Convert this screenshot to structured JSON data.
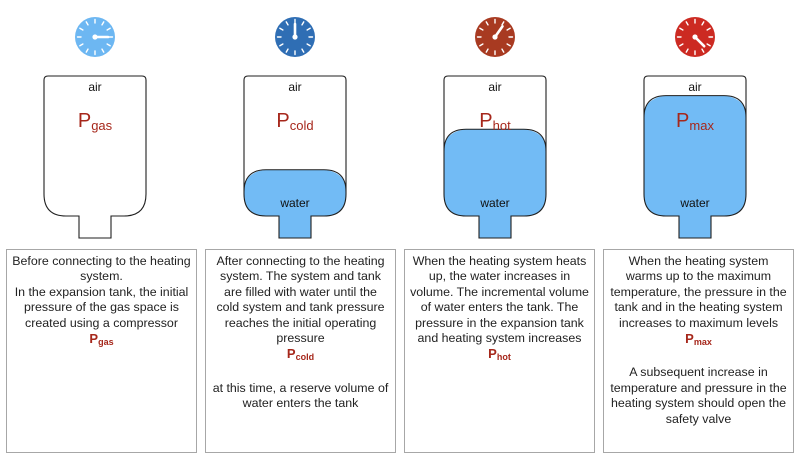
{
  "colors": {
    "accent_red": "#a6271b",
    "water_blue": "#72bbf5",
    "gauge_light_blue": "#6db7f2",
    "gauge_dark_blue": "#2f6eb4",
    "gauge_brown": "#a83a21",
    "gauge_red": "#cc2a22"
  },
  "stages": [
    {
      "gauge": {
        "icon": "pressure-gauge-icon",
        "color": "#6db7f2",
        "needle_angle_deg": 90
      },
      "air_label": "air",
      "water_label": "",
      "water_level": 0,
      "pressure": {
        "main": "P",
        "sub": "gas"
      },
      "description": {
        "paragraphs": [
          "Before connecting to the heating system.",
          "In the expansion tank, the initial pressure of the gas space is created using a compressor"
        ],
        "pressure_main": "P",
        "pressure_sub": "gas",
        "extra": []
      }
    },
    {
      "gauge": {
        "icon": "pressure-gauge-icon",
        "color": "#2f6eb4",
        "needle_angle_deg": 0
      },
      "air_label": "air",
      "water_label": "water",
      "water_level": 0.33,
      "pressure": {
        "main": "P",
        "sub": "cold"
      },
      "description": {
        "paragraphs": [
          "After connecting to the heating system. The system and tank are filled with water until the cold system and tank pressure reaches the initial operating pressure"
        ],
        "pressure_main": "P",
        "pressure_sub": "cold",
        "extra": [
          "at this time, a reserve volume of water enters the tank"
        ]
      }
    },
    {
      "gauge": {
        "icon": "pressure-gauge-icon",
        "color": "#a83a21",
        "needle_angle_deg": 35
      },
      "air_label": "air",
      "water_label": "water",
      "water_level": 0.62,
      "pressure": {
        "main": "P",
        "sub": "hot"
      },
      "description": {
        "paragraphs": [
          "When the heating system heats up, the water increases in volume. The incremental volume of water enters the tank. The pressure in the expansion tank and heating system increases"
        ],
        "pressure_main": "P",
        "pressure_sub": "hot",
        "extra": []
      }
    },
    {
      "gauge": {
        "icon": "pressure-gauge-icon",
        "color": "#cc2a22",
        "needle_angle_deg": 135
      },
      "air_label": "air",
      "water_label": "water",
      "water_level": 0.86,
      "pressure": {
        "main": "P",
        "sub": "max"
      },
      "description": {
        "paragraphs": [
          "When the heating system warms up to the maximum temperature, the pressure in the tank and in the heating system increases to maximum levels"
        ],
        "pressure_main": "P",
        "pressure_sub": "max",
        "extra": [
          "A subsequent increase in temperature and pressure in the heating system should open the safety valve"
        ]
      }
    }
  ]
}
